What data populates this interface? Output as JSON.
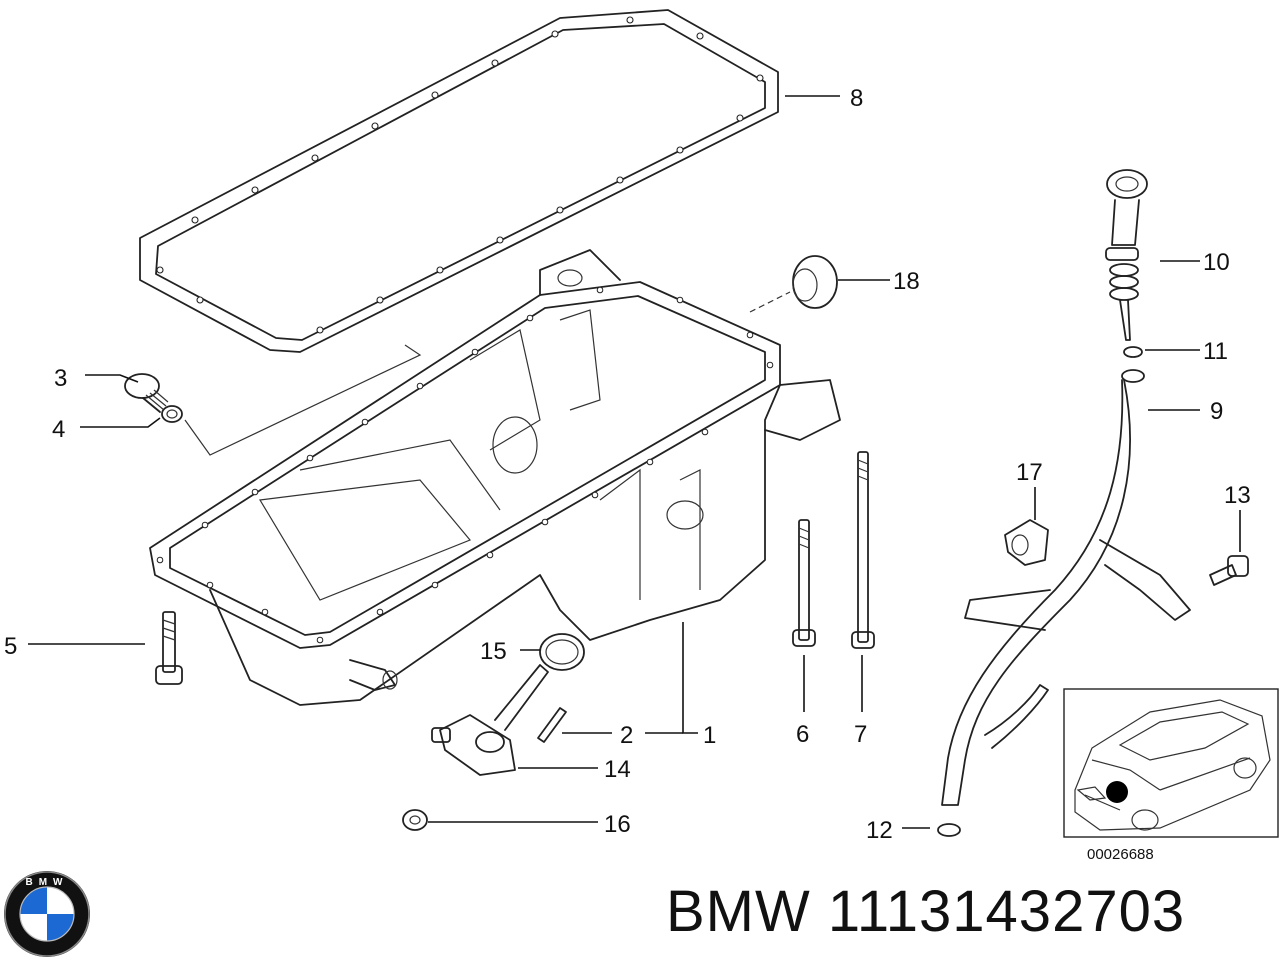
{
  "diagram": {
    "reference_number": "00026688",
    "callouts": [
      {
        "id": "1",
        "label": "1"
      },
      {
        "id": "2",
        "label": "2"
      },
      {
        "id": "3",
        "label": "3"
      },
      {
        "id": "4",
        "label": "4"
      },
      {
        "id": "5",
        "label": "5"
      },
      {
        "id": "6",
        "label": "6"
      },
      {
        "id": "7",
        "label": "7"
      },
      {
        "id": "8",
        "label": "8"
      },
      {
        "id": "9",
        "label": "9"
      },
      {
        "id": "10",
        "label": "10"
      },
      {
        "id": "11",
        "label": "11"
      },
      {
        "id": "12",
        "label": "12"
      },
      {
        "id": "13",
        "label": "13"
      },
      {
        "id": "14",
        "label": "14"
      },
      {
        "id": "15",
        "label": "15"
      },
      {
        "id": "16",
        "label": "16"
      },
      {
        "id": "17",
        "label": "17"
      },
      {
        "id": "18",
        "label": "18"
      }
    ]
  },
  "footer": {
    "brand_text": "BMW",
    "part_number": "11131432703",
    "logo_letters": "BMW",
    "logo_colors": {
      "blue": "#1c69d4",
      "ring": "#111111",
      "white": "#ffffff"
    }
  }
}
